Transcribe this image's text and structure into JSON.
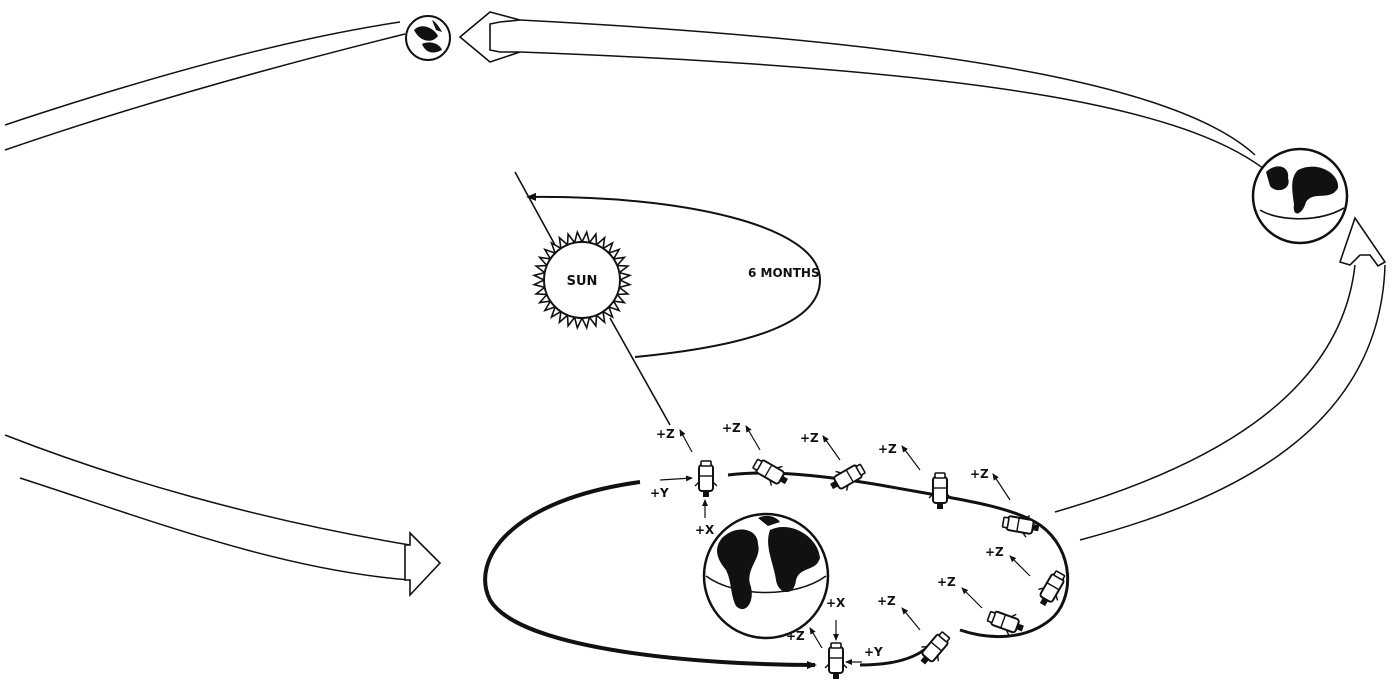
{
  "labels": {
    "sun": "SUN",
    "period": "6 MONTHS",
    "plus_z": "+Z",
    "plus_y": "+Y",
    "plus_x": "+X"
  },
  "colors": {
    "ink": "#111111",
    "paper": "#ffffff"
  },
  "icons": [
    "sun-icon",
    "earth-icon",
    "satellite-icon",
    "orbit-arrow-icon"
  ]
}
